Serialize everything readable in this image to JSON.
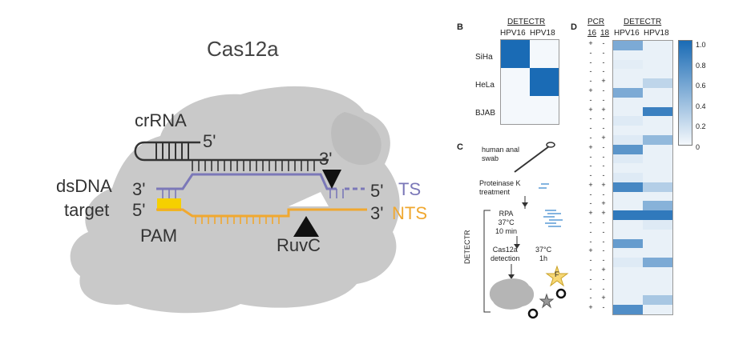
{
  "panel_a": {
    "title": "Cas12a",
    "crRNA": "crRNA",
    "five_prime_crRNA": "5'",
    "three_prime_top": "3'",
    "dsDNA": "dsDNA",
    "target": "target",
    "ts_three": "3'",
    "nts_five": "5'",
    "ts_five": "5'",
    "nts_three": "3'",
    "TS": "TS",
    "NTS": "NTS",
    "PAM": "PAM",
    "RuvC": "RuvC",
    "colors": {
      "protein": "#c8c8c8",
      "crRNA": "#333333",
      "TS": "#7b78b8",
      "NTS": "#f0a830",
      "PAM": "#f5d000"
    }
  },
  "panel_b": {
    "letter": "B",
    "header": "DETECTR",
    "cols": [
      "HPV16",
      "HPV18"
    ],
    "rows": [
      "SiHa",
      "HeLa",
      "BJAB"
    ],
    "values": [
      [
        1.0,
        0.0
      ],
      [
        0.0,
        1.0
      ],
      [
        0.0,
        0.0
      ]
    ]
  },
  "panel_c": {
    "letter": "C",
    "step1": "human anal swab",
    "step2": "Proteinase K treatment",
    "step3": [
      "RPA",
      "37°C",
      "10 min"
    ],
    "step4": [
      "Cas12a",
      "detection"
    ],
    "step4b": [
      "37°C",
      "1h"
    ],
    "side_label": "DETECTR",
    "fluor": "F"
  },
  "panel_d": {
    "letter": "D",
    "pcr_header": "PCR",
    "pcr_cols": [
      "16",
      "18"
    ],
    "detectr_header": "DETECTR",
    "cols": [
      "HPV16",
      "HPV18"
    ],
    "pcr16": [
      "+",
      "-",
      "-",
      "-",
      "-",
      "+",
      "-",
      "+",
      "-",
      "-",
      "-",
      "+",
      "-",
      "-",
      "-",
      "+",
      "-",
      "-",
      "+",
      "-",
      "-",
      "-",
      "+",
      "-",
      "-",
      "-",
      "-",
      "-",
      "+"
    ],
    "pcr18": [
      "-",
      "-",
      "-",
      "-",
      "+",
      "-",
      "-",
      "+",
      "-",
      "-",
      "+",
      "-",
      "-",
      "-",
      "-",
      "+",
      "-",
      "+",
      "+",
      "-",
      "-",
      "-",
      "-",
      "-",
      "+",
      "-",
      "-",
      "+",
      "-"
    ],
    "hpv16": [
      0.55,
      0.05,
      0.08,
      0.05,
      0.05,
      0.55,
      0.05,
      0.05,
      0.1,
      0.05,
      0.1,
      0.7,
      0.1,
      0.05,
      0.1,
      0.8,
      0.05,
      0.05,
      0.9,
      0.05,
      0.05,
      0.65,
      0.05,
      0.1,
      0.05,
      0.05,
      0.05,
      0.05,
      0.75
    ],
    "hpv18": [
      0.05,
      0.05,
      0.05,
      0.05,
      0.25,
      0.05,
      0.05,
      0.85,
      0.05,
      0.05,
      0.45,
      0.05,
      0.05,
      0.05,
      0.05,
      0.3,
      0.05,
      0.5,
      0.9,
      0.1,
      0.05,
      0.05,
      0.05,
      0.55,
      0.05,
      0.05,
      0.05,
      0.35,
      0.05
    ],
    "colorbar_ticks": [
      "1.0",
      "0.8",
      "0.6",
      "0.4",
      "0.2",
      "0"
    ],
    "colorbar_max_color": "#1a6bb5",
    "colorbar_min_color": "#f4f8fc"
  }
}
